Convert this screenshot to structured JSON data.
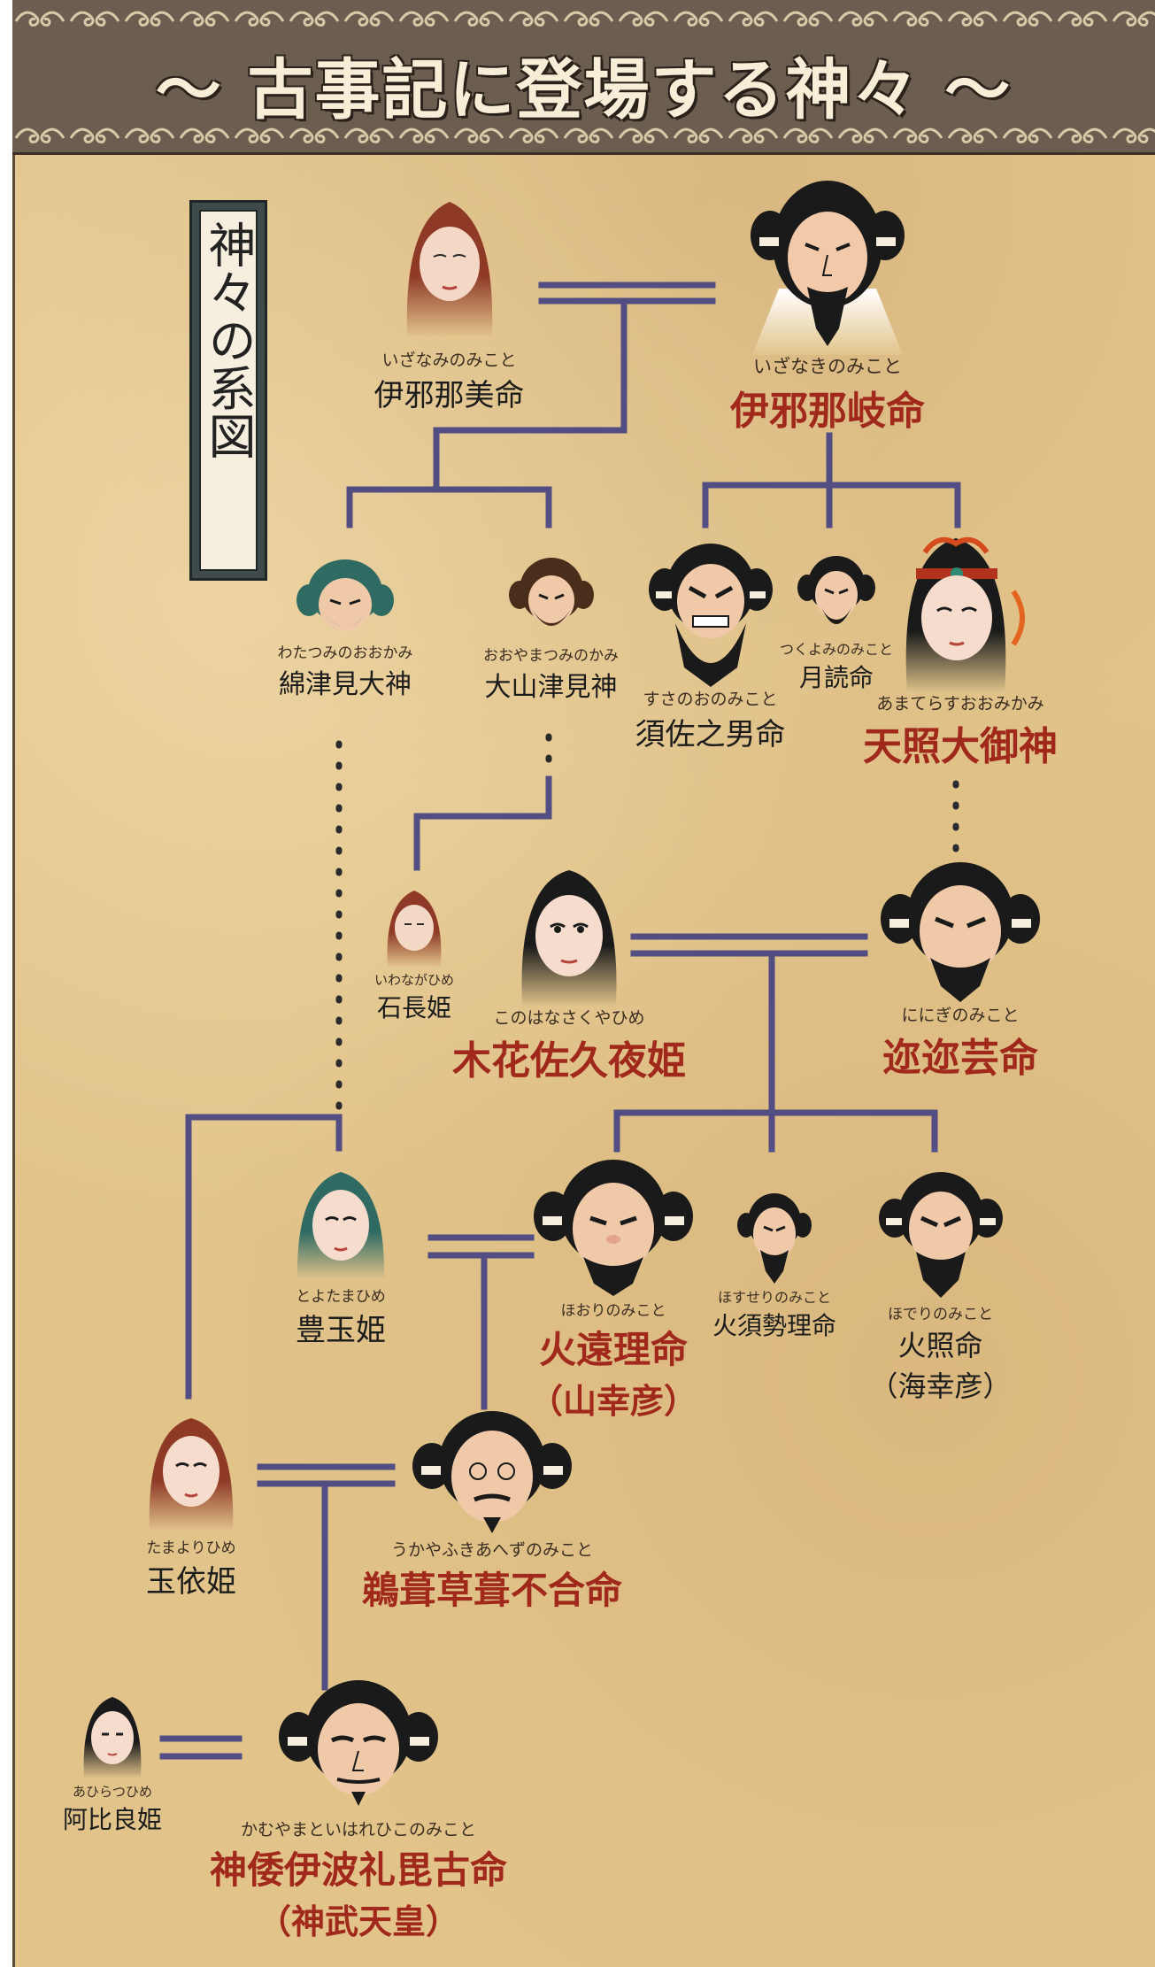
{
  "title": "〜 古事記に登場する神々 〜",
  "side_label": "神々の系図",
  "colors": {
    "line": "#524d82",
    "major_name": "#a1291c",
    "parchment": "#e2c48b",
    "banner": "#6b5e50"
  },
  "deities": {
    "izanami": {
      "ruby": "いざなみのみこと",
      "name": "伊邪那美命"
    },
    "izanagi": {
      "ruby": "いざなきのみこと",
      "name": "伊邪那岐命"
    },
    "watatsumi": {
      "ruby": "わたつみのおおかみ",
      "name": "綿津見大神"
    },
    "oyamatsumi": {
      "ruby": "おおやまつみのかみ",
      "name": "大山津見神"
    },
    "susanoo": {
      "ruby": "すさのおのみこと",
      "name": "須佐之男命"
    },
    "tsukuyomi": {
      "ruby": "つくよみのみこと",
      "name": "月読命"
    },
    "amaterasu": {
      "ruby": "あまてらすおおみかみ",
      "name": "天照大御神"
    },
    "iwanaga": {
      "ruby": "いわながひめ",
      "name": "石長姫"
    },
    "konohana": {
      "ruby": "このはなさくやひめ",
      "name": "木花佐久夜姫"
    },
    "ninigi": {
      "ruby": "ににぎのみこと",
      "name": "迩迩芸命"
    },
    "toyotama": {
      "ruby": "とよたまひめ",
      "name": "豊玉姫"
    },
    "hoori": {
      "ruby": "ほおりのみこと",
      "name": "火遠理命",
      "alias": "（山幸彦）"
    },
    "hosuseri": {
      "ruby": "ほすせりのみこと",
      "name": "火須勢理命"
    },
    "hoderi": {
      "ruby": "ほでりのみこと",
      "name": "火照命",
      "alias": "（海幸彦）"
    },
    "tamayori": {
      "ruby": "たまよりひめ",
      "name": "玉依姫"
    },
    "ugaya": {
      "ruby": "うかやふきあへずのみこと",
      "name": "鵜葺草葺不合命"
    },
    "ahiratsu": {
      "ruby": "あひらつひめ",
      "name": "阿比良姫"
    },
    "jimmu": {
      "ruby": "かむやまといはれひこのみこと",
      "name": "神倭伊波礼毘古命",
      "alias": "（神武天皇）"
    }
  }
}
